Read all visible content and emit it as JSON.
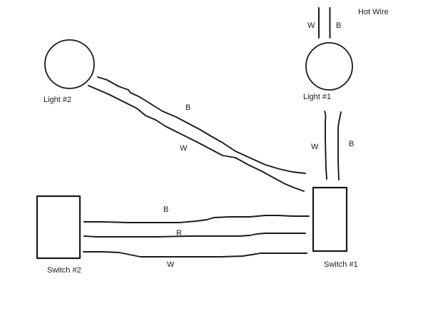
{
  "colors": {
    "background": "#ffffff",
    "line": "#1a1a1a",
    "text": "#1c1c1c"
  },
  "hot_wire_label": "Hot Wire",
  "lights": [
    {
      "label": "Light #1"
    },
    {
      "label": "Light #2"
    }
  ],
  "switches": [
    {
      "label": "Switch #1"
    },
    {
      "label": "Switch #2"
    }
  ],
  "wires": {
    "feed": {
      "w": "W",
      "b": "B"
    },
    "light2_to_switch1": {
      "b": "B",
      "w": "W"
    },
    "light1_to_switch1": {
      "w": "W",
      "b": "B"
    },
    "switch2_to_switch1": {
      "b": "B",
      "r": "R",
      "w": "W"
    }
  }
}
